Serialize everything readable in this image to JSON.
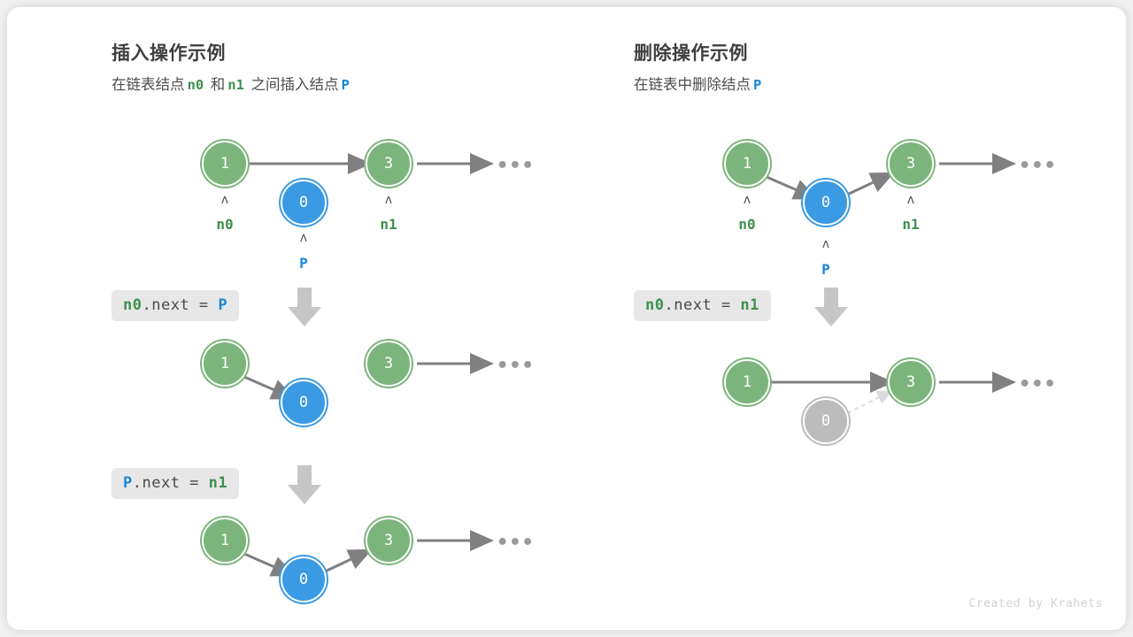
{
  "credit": "Created by Krahets",
  "colors": {
    "node_green": "#7cb57c",
    "node_blue": "#3a9ae4",
    "node_gray": "#bcbcbc",
    "label_green": "#3f8f4f",
    "label_blue": "#1a86d8",
    "arrow_gray": "#808080",
    "chip_bg": "#e7e7e7",
    "card_bg": "#ffffff",
    "page_bg": "#f0f0f0"
  },
  "left": {
    "title": "插入操作示例",
    "subtitle": {
      "part1": "在链表结点",
      "n0": "n0",
      "part2": "和",
      "n1": "n1",
      "part3": "之间插入结点",
      "p": "P"
    },
    "step1": {
      "nodes": [
        {
          "value": "1",
          "color": "green",
          "pointer": "n0",
          "pointer_color": "green"
        },
        {
          "value": "0",
          "color": "blue",
          "pointer": "P",
          "pointer_color": "blue"
        },
        {
          "value": "3",
          "color": "green",
          "pointer": "n1",
          "pointer_color": "green"
        }
      ],
      "ellipsis": "•••"
    },
    "code1": {
      "target": "n0",
      "middle": ".next = ",
      "source": "P"
    },
    "step2": {
      "nodes": [
        {
          "value": "1",
          "color": "green"
        },
        {
          "value": "0",
          "color": "blue"
        },
        {
          "value": "3",
          "color": "green"
        }
      ],
      "ellipsis": "•••"
    },
    "code2": {
      "target": "P",
      "middle": ".next = ",
      "source": "n1"
    },
    "step3": {
      "nodes": [
        {
          "value": "1",
          "color": "green"
        },
        {
          "value": "0",
          "color": "blue"
        },
        {
          "value": "3",
          "color": "green"
        }
      ],
      "ellipsis": "•••"
    }
  },
  "right": {
    "title": "删除操作示例",
    "subtitle": {
      "part1": "在链表中删除结点",
      "p": "P"
    },
    "step1": {
      "nodes": [
        {
          "value": "1",
          "color": "green",
          "pointer": "n0",
          "pointer_color": "green"
        },
        {
          "value": "0",
          "color": "blue",
          "pointer": "P",
          "pointer_color": "blue"
        },
        {
          "value": "3",
          "color": "green",
          "pointer": "n1",
          "pointer_color": "green"
        }
      ],
      "ellipsis": "•••"
    },
    "code1": {
      "target": "n0",
      "middle": ".next = ",
      "source": "n1"
    },
    "step2": {
      "nodes": [
        {
          "value": "1",
          "color": "green"
        },
        {
          "value": "0",
          "color": "gray"
        },
        {
          "value": "3",
          "color": "green"
        }
      ],
      "ellipsis": "•••"
    }
  },
  "caret": "ʌ"
}
